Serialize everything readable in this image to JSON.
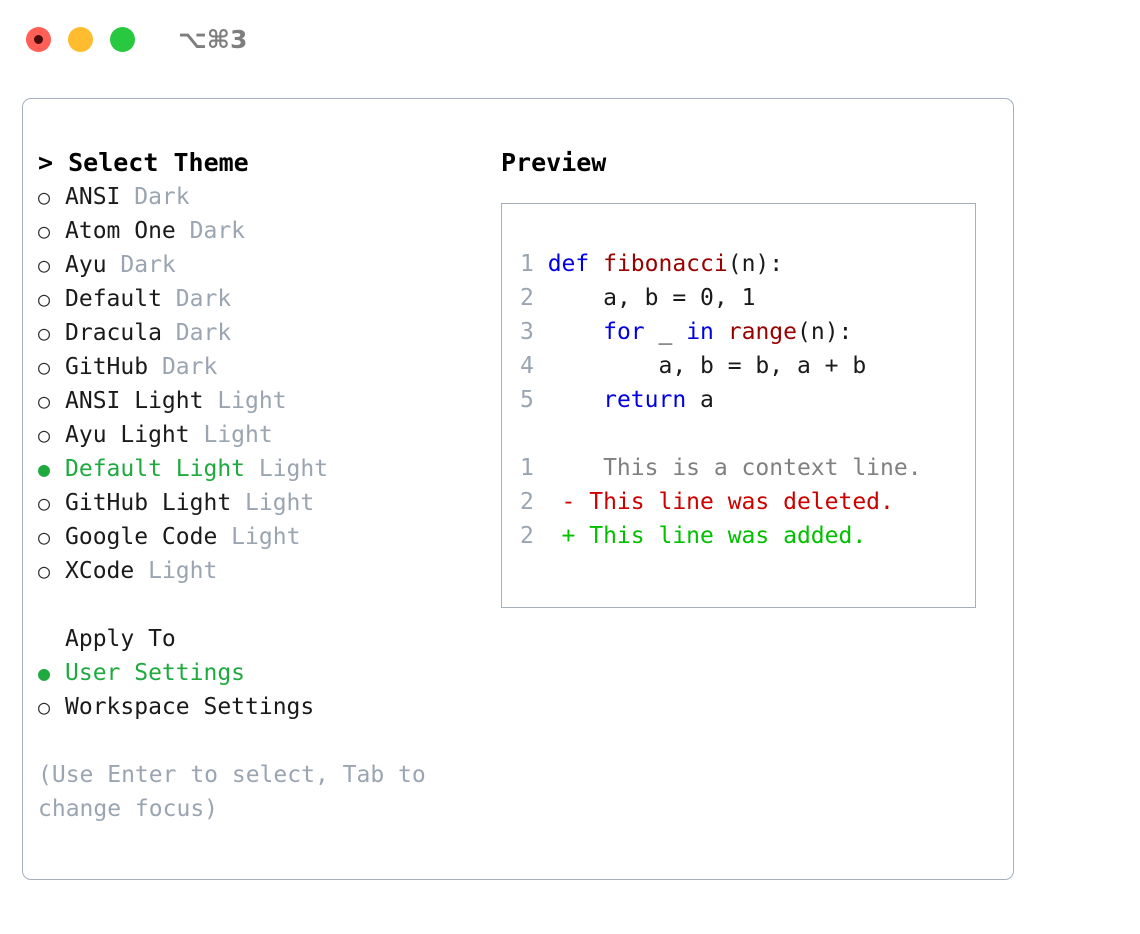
{
  "titlebar": {
    "shortcut": "⌥⌘3",
    "buttons": [
      {
        "name": "close",
        "color": "#ff5f57"
      },
      {
        "name": "minimize",
        "color": "#febc2e"
      },
      {
        "name": "maximize",
        "color": "#28c840"
      }
    ]
  },
  "theme_picker": {
    "heading": "> Select Theme",
    "markers": {
      "selected": "●",
      "unselected": "○"
    },
    "items": [
      {
        "name": "ANSI",
        "category": "Dark",
        "selected": false
      },
      {
        "name": "Atom One",
        "category": "Dark",
        "selected": false
      },
      {
        "name": "Ayu",
        "category": "Dark",
        "selected": false
      },
      {
        "name": "Default",
        "category": "Dark",
        "selected": false
      },
      {
        "name": "Dracula",
        "category": "Dark",
        "selected": false
      },
      {
        "name": "GitHub",
        "category": "Dark",
        "selected": false
      },
      {
        "name": "ANSI Light",
        "category": "Light",
        "selected": false
      },
      {
        "name": "Ayu Light",
        "category": "Light",
        "selected": false
      },
      {
        "name": "Default Light",
        "category": "Light",
        "selected": true
      },
      {
        "name": "GitHub Light",
        "category": "Light",
        "selected": false
      },
      {
        "name": "Google Code",
        "category": "Light",
        "selected": false
      },
      {
        "name": "XCode",
        "category": "Light",
        "selected": false
      }
    ]
  },
  "apply_to": {
    "label": "Apply To",
    "items": [
      {
        "name": "User Settings",
        "selected": true
      },
      {
        "name": "Workspace Settings",
        "selected": false
      }
    ]
  },
  "hint": "(Use Enter to select, Tab to change focus)",
  "preview": {
    "heading": "Preview",
    "code_lines": [
      {
        "no": "1",
        "tokens": [
          {
            "t": "def ",
            "c": "kw"
          },
          {
            "t": "fibonacci",
            "c": "fn"
          },
          {
            "t": "(n):",
            "c": "pln"
          }
        ]
      },
      {
        "no": "2",
        "tokens": [
          {
            "t": "    a, b = 0, 1",
            "c": "pln"
          }
        ]
      },
      {
        "no": "3",
        "tokens": [
          {
            "t": "    ",
            "c": "pln"
          },
          {
            "t": "for",
            "c": "kw"
          },
          {
            "t": " _ ",
            "c": "pln"
          },
          {
            "t": "in",
            "c": "kw"
          },
          {
            "t": " ",
            "c": "pln"
          },
          {
            "t": "range",
            "c": "fn"
          },
          {
            "t": "(n):",
            "c": "pln"
          }
        ]
      },
      {
        "no": "4",
        "tokens": [
          {
            "t": "        a, b = b, a + b",
            "c": "pln"
          }
        ]
      },
      {
        "no": "5",
        "tokens": [
          {
            "t": "    ",
            "c": "pln"
          },
          {
            "t": "return",
            "c": "kw"
          },
          {
            "t": " a",
            "c": "pln"
          }
        ]
      }
    ],
    "diff_lines": [
      {
        "no": "1",
        "marker": " ",
        "text": "  This is a context line.",
        "kind": "ctx"
      },
      {
        "no": "2",
        "marker": "-",
        "text": " This line was deleted.",
        "kind": "del"
      },
      {
        "no": "2",
        "marker": "+",
        "text": " This line was added.",
        "kind": "add"
      }
    ]
  },
  "colors": {
    "accent_green": "#1faa3f",
    "muted": "#9aa5b1",
    "border": "#a6b0bd",
    "keyword_blue": "#0000e0",
    "function_red": "#990000",
    "diff_del": "#cc0000",
    "diff_add": "#00c000"
  }
}
